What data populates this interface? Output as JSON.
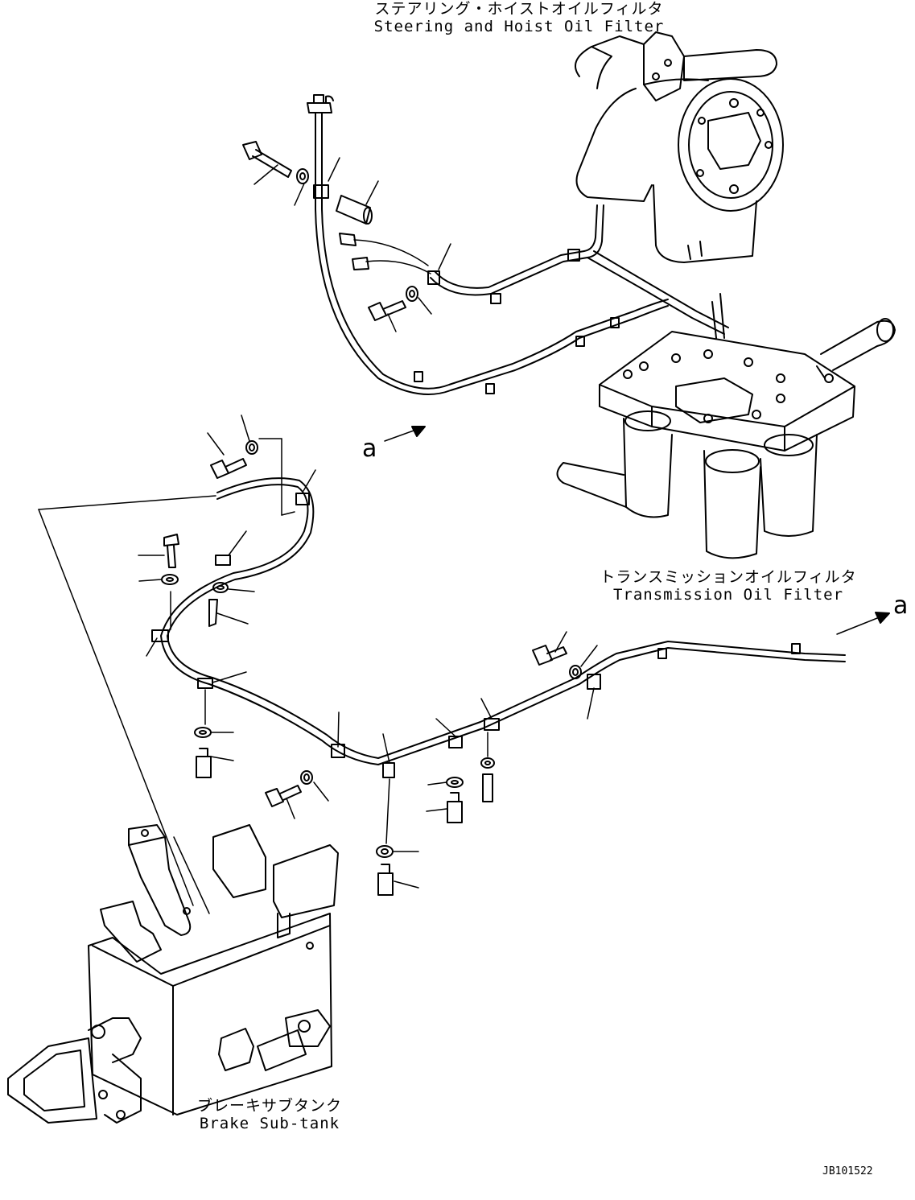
{
  "labels": {
    "steering_filter": {
      "jp": "ステアリング・ホイストオイルフィルタ",
      "en": "Steering and Hoist Oil Filter"
    },
    "transmission_filter": {
      "jp": "トランスミッションオイルフィルタ",
      "en": "Transmission Oil Filter"
    },
    "brake_tank": {
      "jp": "ブレーキサブタンク",
      "en": "Brake Sub-tank"
    }
  },
  "references": {
    "a_left": "a",
    "a_right": "a"
  },
  "drawing_code": "JB101522"
}
